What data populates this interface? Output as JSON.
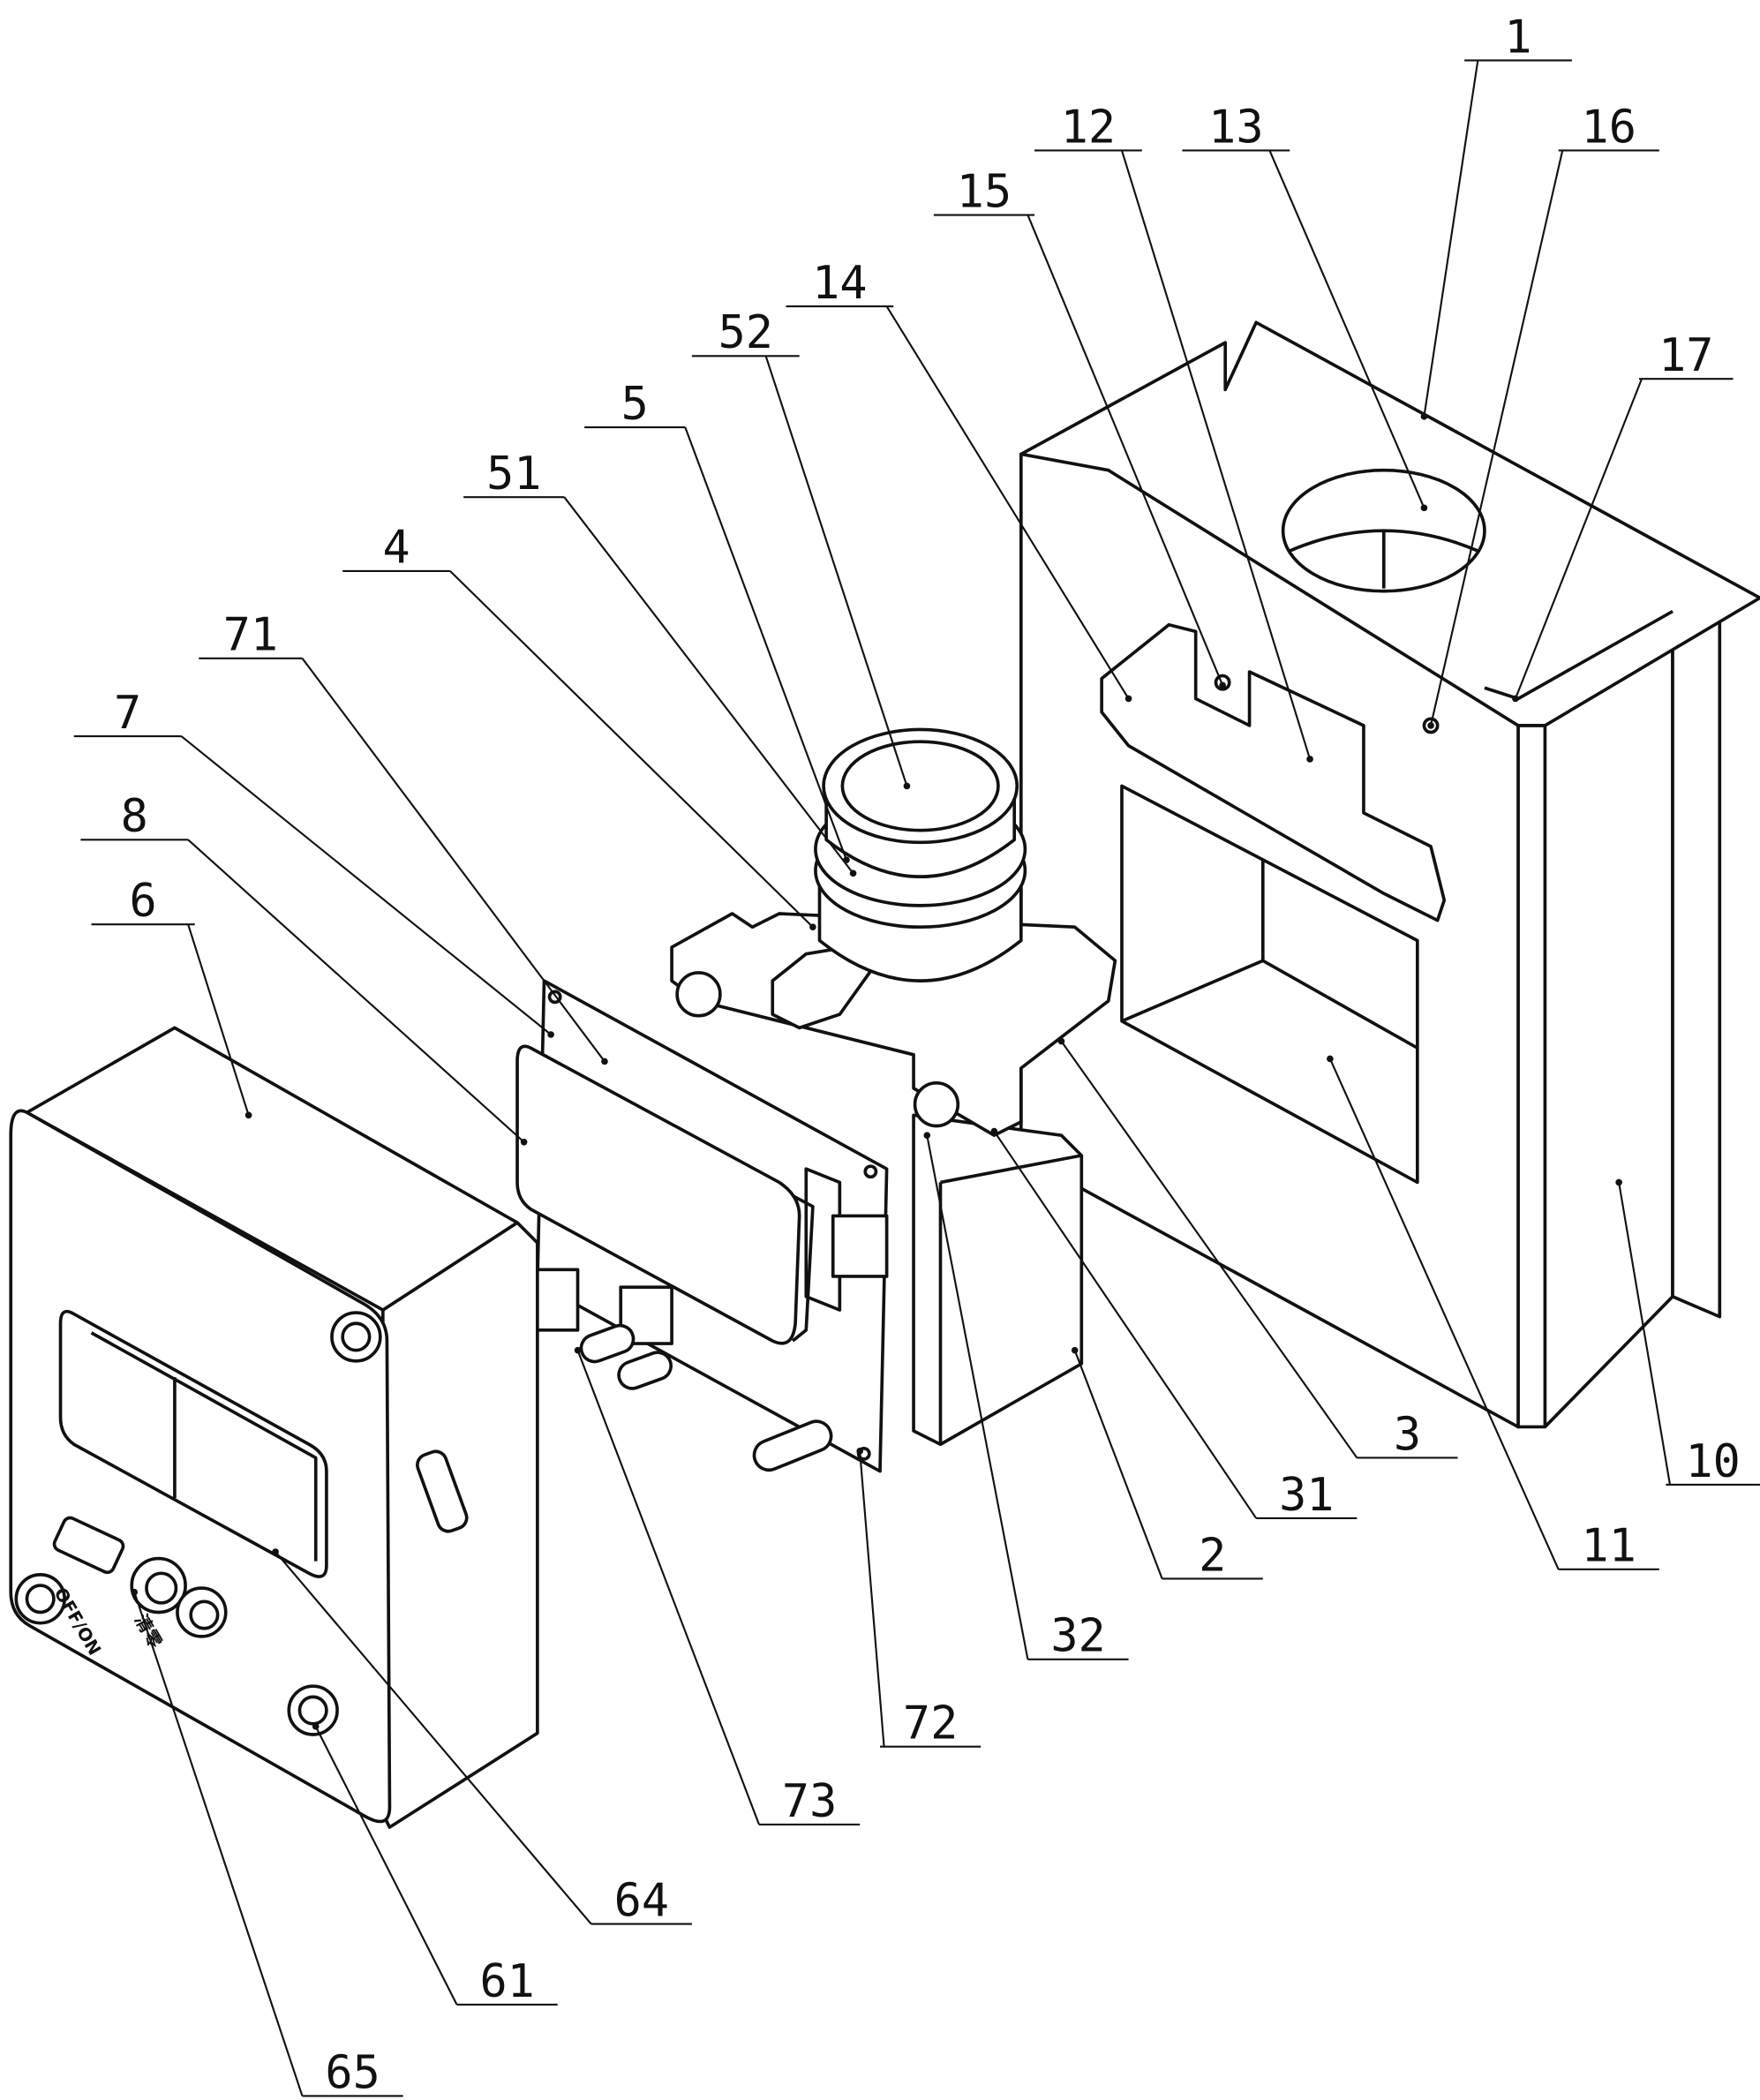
{
  "figure": {
    "labels": [
      "1",
      "12",
      "13",
      "16",
      "15",
      "14",
      "52",
      "17",
      "5",
      "51",
      "4",
      "71",
      "7",
      "8",
      "6",
      "3",
      "31",
      "11",
      "10",
      "2",
      "32",
      "72",
      "73",
      "64",
      "61",
      "65"
    ],
    "panel_text": {
      "power_switch": "OFF/ON",
      "reset_button": "清零"
    },
    "colors": {
      "line": "#111111",
      "background": "#ffffff"
    }
  }
}
